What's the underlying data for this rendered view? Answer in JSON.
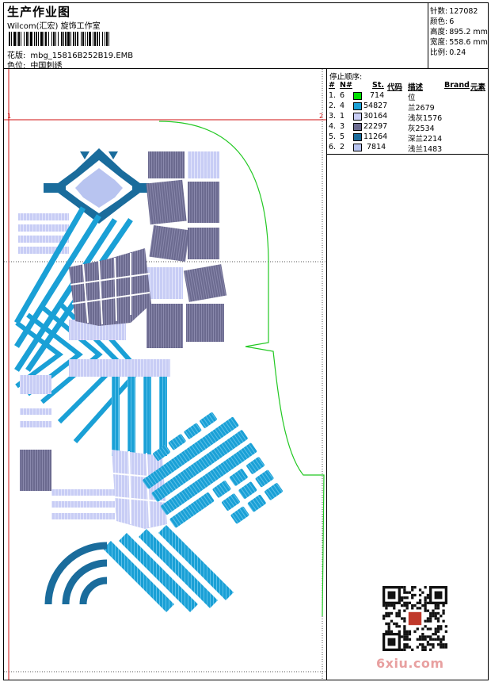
{
  "header": {
    "title": "生产作业图",
    "company": "Wilcom(汇宏) 旋饰工作室",
    "design_label": "花版:",
    "design_file": "mbg_15816B252B19.EMB",
    "color_label": "色位:",
    "color_value": "中国刺绣"
  },
  "stats": [
    {
      "label": "针数:",
      "value": "127082"
    },
    {
      "label": "颜色:",
      "value": "6"
    },
    {
      "label": "高度:",
      "value": "895.2 mm"
    },
    {
      "label": "宽度:",
      "value": "558.6 mm"
    },
    {
      "label": "比例:",
      "value": "0.24"
    }
  ],
  "panel": {
    "title": "停止顺序:",
    "headers": {
      "num": "#",
      "no": "N#",
      "st": "St.",
      "code": "代码",
      "desc": "描述",
      "brand": "Brand",
      "elem": "元素"
    },
    "rows": [
      {
        "num": "1.",
        "no": "6",
        "color": "#00e000",
        "stitches": "714",
        "desc": "位"
      },
      {
        "num": "2.",
        "no": "4",
        "color": "#1aa0d6",
        "stitches": "54827",
        "desc": "兰2679"
      },
      {
        "num": "3.",
        "no": "1",
        "color": "#c8cdf5",
        "stitches": "30164",
        "desc": "浅灰1576"
      },
      {
        "num": "4.",
        "no": "3",
        "color": "#6b6a8f",
        "stitches": "22297",
        "desc": "灰2534"
      },
      {
        "num": "5.",
        "no": "5",
        "color": "#1a6c9c",
        "stitches": "11264",
        "desc": "深兰2214"
      },
      {
        "num": "6.",
        "no": "2",
        "color": "#b8c4f0",
        "stitches": "7814",
        "desc": "浅兰1483"
      }
    ]
  },
  "canvas": {
    "marker_1": "1",
    "marker_2": "2"
  },
  "watermark": {
    "site": "6xiu.com",
    "qr_icon": "qr-code-icon"
  }
}
